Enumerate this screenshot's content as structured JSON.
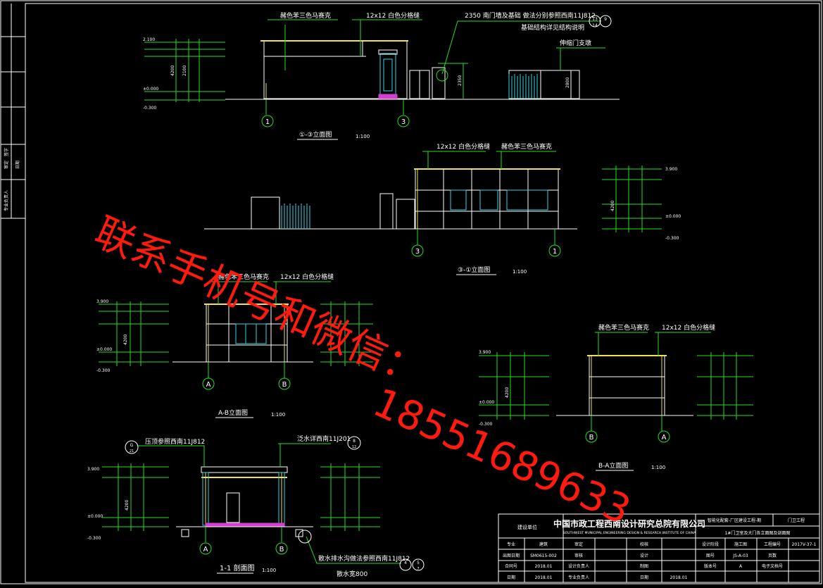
{
  "colors": {
    "line": "#ffffff",
    "green": "#22e022",
    "yellow": "#f2e34a",
    "cyan": "#31d6e6",
    "magenta": "#d23fd2",
    "text": "#ffffff",
    "watermark": "#ff1a10"
  },
  "icons": [
    "axis-bubble-icon",
    "elevation-marker-icon",
    "detail-callout-icon"
  ],
  "watermark": {
    "line1": "联系手机号和微信：",
    "number": "18551689633"
  },
  "elev1": {
    "title": "①-③立面图",
    "scale": "1:100",
    "note_roof": "赭色苯三色马赛克",
    "note_tile": "12x12  白色分格缝",
    "note_gate": "2350  南门墙及基础 做法分别参照西南11J812",
    "note_gate2": "基础结构详见结构说明",
    "note_wall": "伸缩门支墩",
    "dim_total": "4200",
    "dim_h1": "2100",
    "dim_h2": "2350",
    "dim_wall": "2800",
    "lv_top": "2.100",
    "lv_zero": "±0.000",
    "lv_neg": "-0.300",
    "axis_a": "1",
    "axis_b": "3",
    "ref_a": "13",
    "ref_b": "9",
    "ref_c": "14"
  },
  "elev2": {
    "title": "③-①立面图",
    "scale": "1:100",
    "note_tile": "12x12  白色分格缝",
    "note_roof": "赭色苯三色马赛克",
    "lv_top": "3.900",
    "lv_zero": "±0.000",
    "lv_neg": "-0.300",
    "dim_total": "4200",
    "axis_a": "3",
    "axis_b": "1"
  },
  "elev3": {
    "title": "A-B立面图",
    "scale": "1:100",
    "note_roof": "赭色苯三色马赛克",
    "note_tile": "12x12  白色分格缝",
    "lv_top": "3.900",
    "lv_zero": "±0.000",
    "lv_neg": "-0.300",
    "dim_total": "4200",
    "axis_a": "A",
    "axis_b": "B"
  },
  "elev4": {
    "title": "B-A立面图",
    "scale": "1:100",
    "note_roof": "赭色苯三色马赛克",
    "note_tile": "12x12  白色分格缝",
    "lv_top": "3.900",
    "lv_zero": "±0.000",
    "lv_neg": "-0.300",
    "dim_total": "4200",
    "axis_a": "B",
    "axis_b": "A"
  },
  "section": {
    "title": "1-1 剖面图",
    "scale": "1:100",
    "note_top1": "压顶参照西南11J812",
    "note_top2": "泛水详西南11J201",
    "note_bottom": "散水排水沟做法参照西南11J812",
    "note_bottom2": "散水宽800",
    "lv_top": "3.900",
    "lv_zero": "±0.000",
    "lv_neg": "-0.300",
    "dim_total": "4200",
    "axis_a": "A",
    "axis_b": "B",
    "ref1": "G",
    "ref1b": "21",
    "ref2": "8",
    "ref2b": "12",
    "ref3": "4",
    "ref4": "5",
    "ref5": "7"
  },
  "sidebar": {
    "label1": "签字",
    "label2": "审定",
    "label3": "日期",
    "label4": "专业负责人"
  },
  "title_block": {
    "company": "中国市政工程西南设计研究总院有限公司",
    "company_en": "SOUTHWEST MUNICIPAL ENGINEERING DESIGN & RESEARCH INSTITUTE OF CHINA",
    "stamp": "建设单位",
    "project": "智能化配套-厂区建设工程-期",
    "project_no": "门卫工程",
    "drawing_title": "1#门卫室及大门各立面图及剖面图",
    "r1": [
      "专业",
      "建筑",
      "审定",
      "",
      "校核",
      "",
      "设计阶段",
      "施工图",
      "工程编号",
      "2017V-37-1"
    ],
    "r2": [
      "出图日期",
      "SM0615-002",
      "审核",
      "",
      "设计",
      "",
      "图号",
      "JS-A-03",
      "页数",
      ""
    ],
    "r3": [
      "合同号",
      "2018.01",
      "设计负责人",
      "",
      "制图",
      "",
      "版本号",
      "A",
      "电子文档号",
      ""
    ],
    "r4": [
      "日期",
      "2018.01",
      "专业负责人",
      "",
      "日期",
      "2018.01",
      "",
      "",
      "",
      ""
    ]
  }
}
